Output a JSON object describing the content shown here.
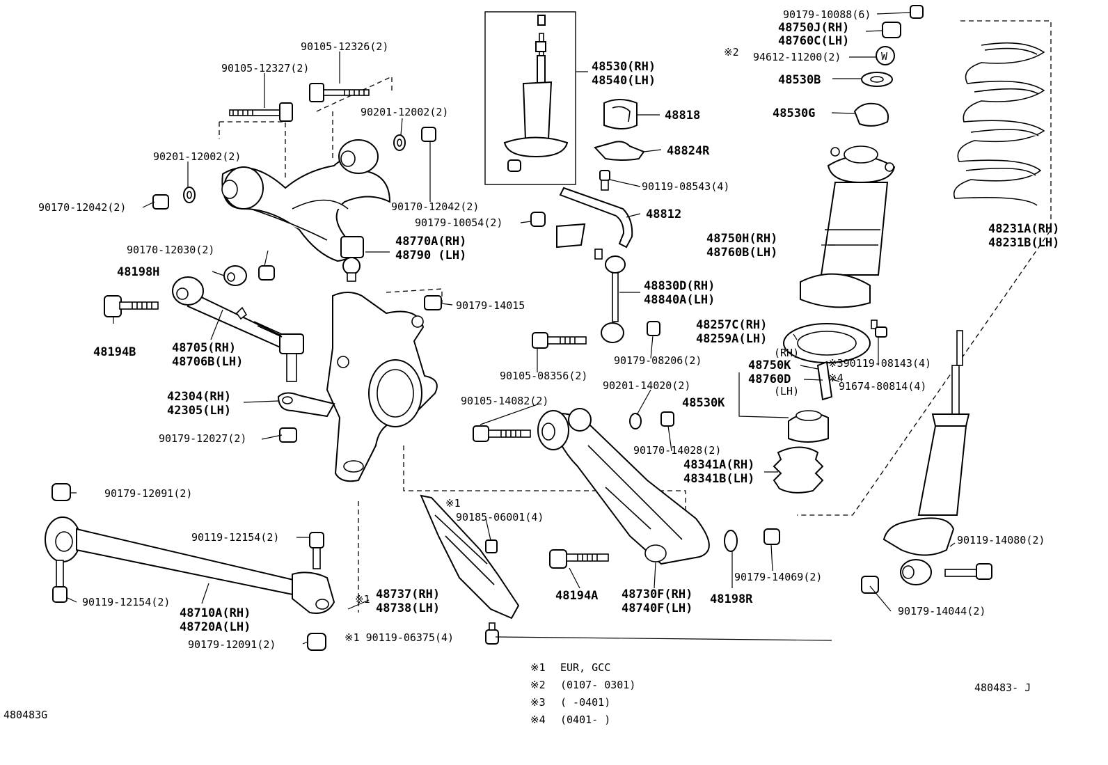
{
  "labels": {
    "l_90105_12326": "90105-12326(2)",
    "l_90105_12327": "90105-12327(2)",
    "l_90201_12002_a": "90201-12002(2)",
    "l_90201_12002_b": "90201-12002(2)",
    "l_90170_12042_a": "90170-12042(2)",
    "l_90170_12042_b": "90170-12042(2)",
    "l_48770a": "48770A(RH)",
    "l_48790": "48790 (LH)",
    "l_90170_12030": "90170-12030(2)",
    "l_48198h": "48198H",
    "l_48194b": "48194B",
    "l_48705": "48705(RH)",
    "l_48706b": "48706B(LH)",
    "l_42304": "42304(RH)",
    "l_42305": "42305(LH)",
    "l_90179_12027": "90179-12027(2)",
    "l_90179_14015": "90179-14015",
    "l_90179_12091_a": "90179-12091(2)",
    "l_90179_12091_b": "90179-12091(2)",
    "l_90119_12154_a": "90119-12154(2)",
    "l_90119_12154_b": "90119-12154(2)",
    "l_48710a": "48710A(RH)",
    "l_48720a": "48720A(LH)",
    "l_48530": "48530(RH)",
    "l_48540": "48540(LH)",
    "l_48818": "48818",
    "l_48824r": "48824R",
    "l_90119_08543": "90119-08543(4)",
    "l_48812": "48812",
    "l_90179_10054": "90179-10054(2)",
    "l_48830d": "48830D(RH)",
    "l_48840a": "48840A(LH)",
    "l_90179_08206": "90179-08206(2)",
    "l_90105_08356": "90105-08356(2)",
    "l_90201_14020": "90201-14020(2)",
    "l_90105_14082": "90105-14082(2)",
    "l_90170_14028": "90170-14028(2)",
    "l_90185_06001": "90185-06001(4)",
    "l_mark1_a": "※1",
    "l_48737": "48737(RH)",
    "l_48738": "48738(LH)",
    "l_mark1_b": "※1",
    "l_90119_06375": "※1 90119-06375(4)",
    "l_48194a": "48194A",
    "l_48730f": "48730F(RH)",
    "l_48740f": "48740F(LH)",
    "l_48198r": "48198R",
    "l_90179_14069": "90179-14069(2)",
    "l_90179_10088": "90179-10088(6)",
    "l_48750j": "48750J(RH)",
    "l_48760c": "48760C(LH)",
    "l_mark2": "※2",
    "l_94612_11200": "94612-11200(2)",
    "l_w": "W",
    "l_48530b": "48530B",
    "l_48530g": "48530G",
    "l_48750h": "48750H(RH)",
    "l_48760b": "48760B(LH)",
    "l_48231a": "48231A(RH)",
    "l_48231b": "48231B(LH)",
    "l_48257c": "48257C(RH)",
    "l_48259a": "48259A(LH)",
    "l_rh_small": "(RH)",
    "l_48750k": "48750K",
    "l_48760d": "48760D",
    "l_lh_small": "(LH)",
    "l_48530k": "48530K",
    "l_90119_08143": "※390119-08143(4)",
    "l_mark4": "※4",
    "l_91674_80814": "91674-80814(4)",
    "l_48341a": "48341A(RH)",
    "l_48341b": "48341B(LH)",
    "l_90119_14080": "90119-14080(2)",
    "l_90179_14044": "90179-14044(2)"
  },
  "notes": [
    {
      "mark": "※1",
      "text": "EUR, GCC"
    },
    {
      "mark": "※2",
      "text": "(0107- 0301)"
    },
    {
      "mark": "※3",
      "text": "(        -0401)"
    },
    {
      "mark": "※4",
      "text": "(0401-        )"
    }
  ],
  "codes": {
    "figure_code": "480483- J",
    "page_code": "480483G"
  }
}
